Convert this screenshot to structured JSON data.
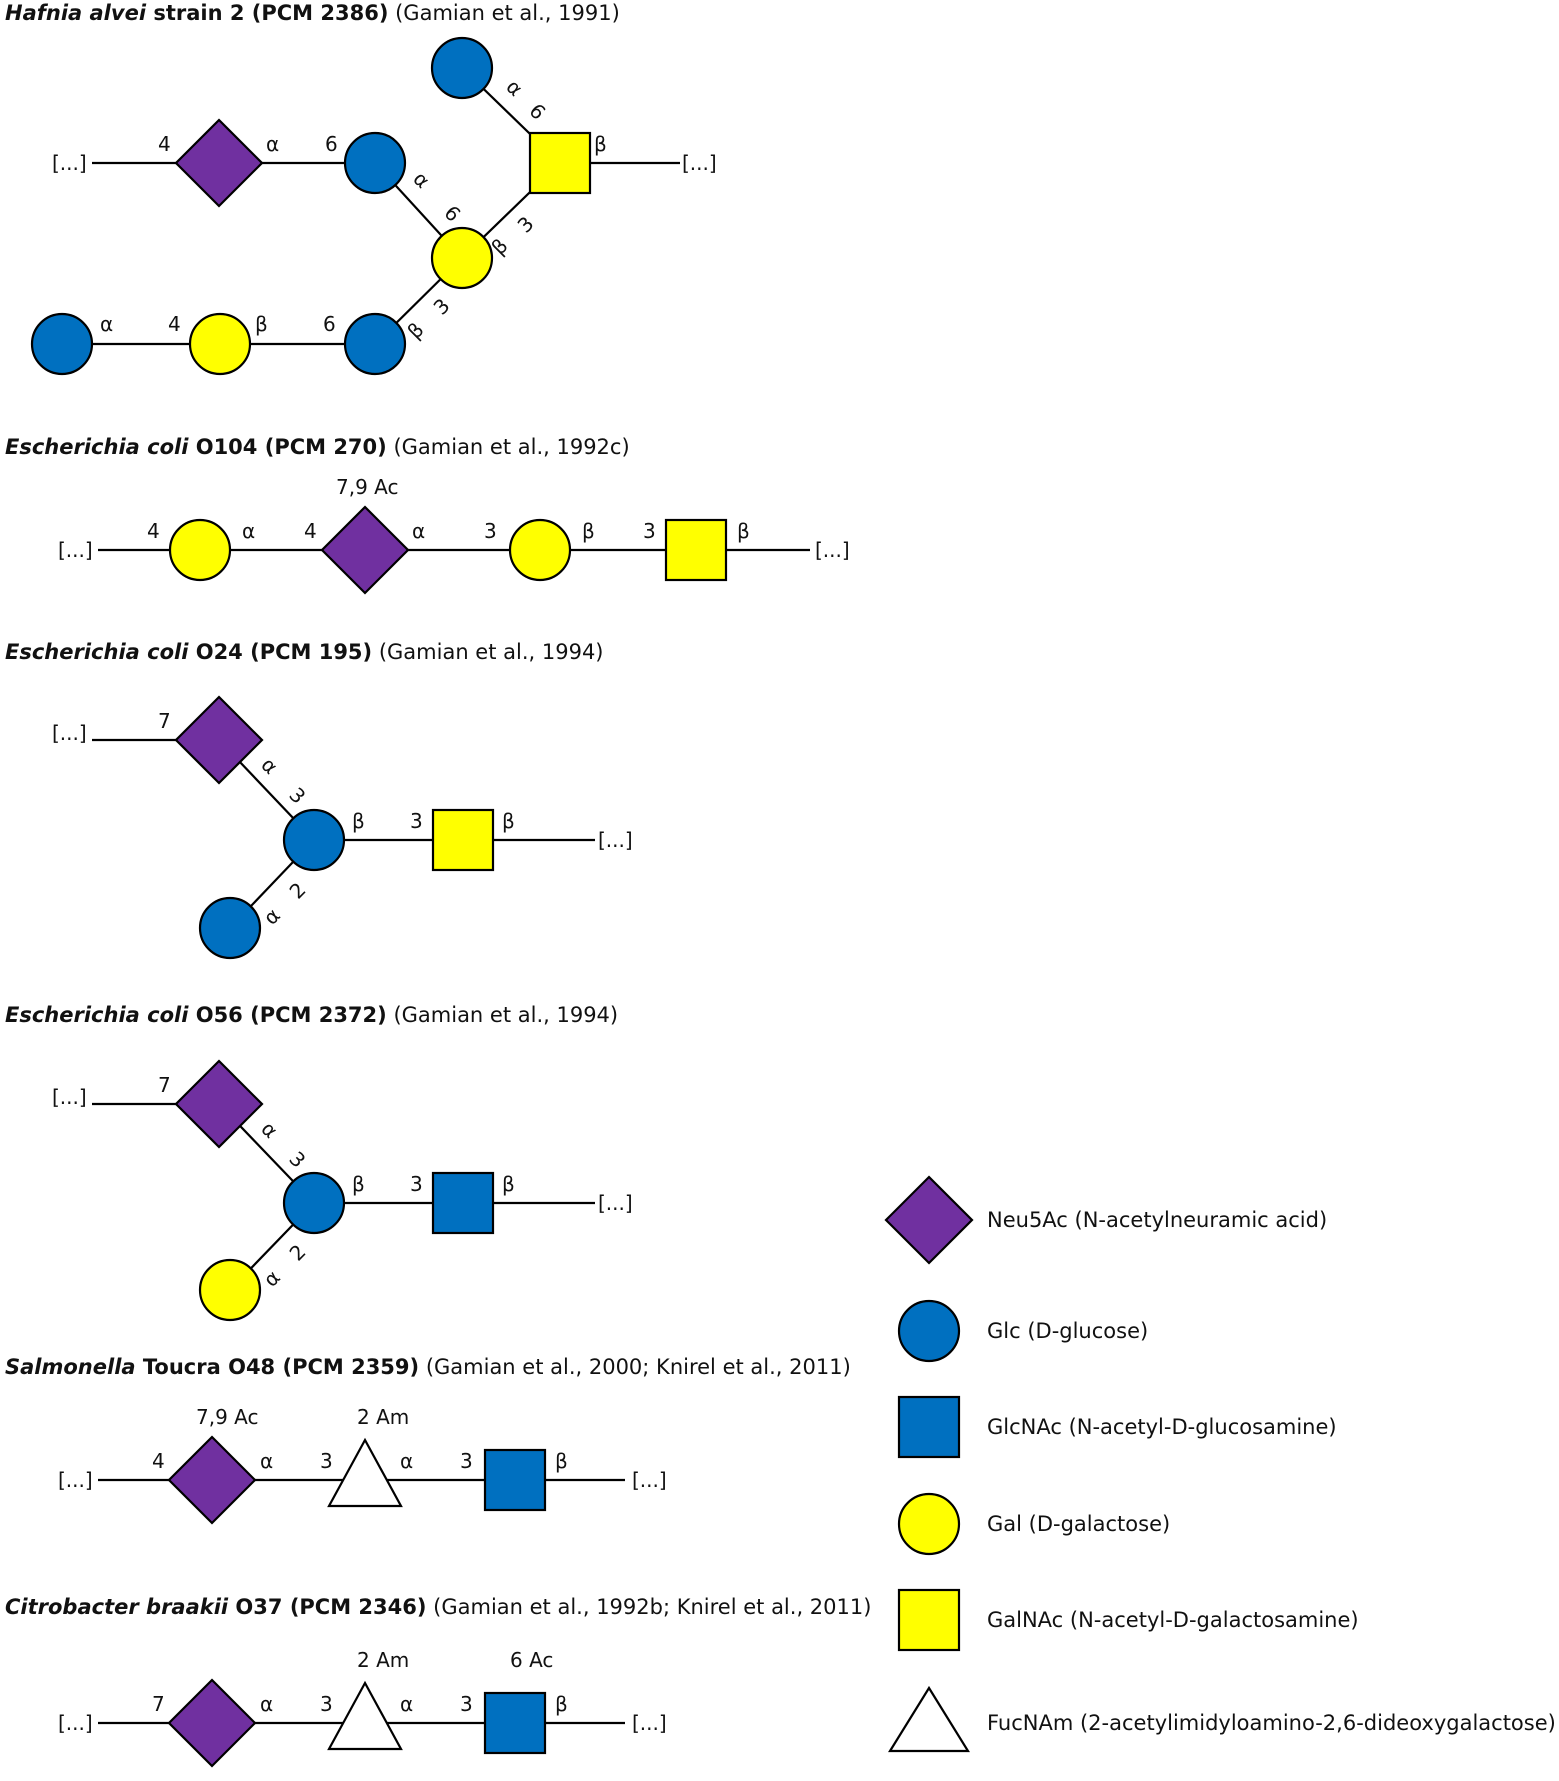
{
  "colors": {
    "neu5ac": "#7030a0",
    "glc": "#0070c0",
    "glcnac": "#0070c0",
    "gal": "#ffff00",
    "galnac": "#ffff00",
    "fucnam": "#ffffff"
  },
  "ellipsis": "[...]",
  "structures": [
    {
      "title": {
        "italic": "Hafnia alvei",
        "bold": " strain 2 (PCM 2386)",
        "ref": " (Gamian et al., 1991)"
      },
      "bonds": {
        "l4": "4",
        "a1": "α",
        "l6": "6",
        "a2": "α",
        "l6b": "6",
        "a3": "α",
        "l6c": "6",
        "b1": "β",
        "b2": "β",
        "l3": "3",
        "b3": "β",
        "l3b": "3",
        "a4": "α",
        "l4b": "4",
        "b4": "β",
        "l6d": "6"
      }
    },
    {
      "title": {
        "italic": "Escherichia coli",
        "bold": " O104 (PCM 270)",
        "ref": " (Gamian et al., 1992c)"
      },
      "annotation": "7,9 Ac",
      "bonds": {
        "l4": "4",
        "a1": "α",
        "l4b": "4",
        "a2": "α",
        "l3": "3",
        "b1": "β",
        "l3b": "3",
        "b2": "β"
      }
    },
    {
      "title": {
        "italic": "Escherichia coli",
        "bold": " O24 (PCM 195)",
        "ref": " (Gamian et al., 1994)"
      },
      "bonds": {
        "l7": "7",
        "a1": "α",
        "l3": "3",
        "b1": "β",
        "l3b": "3",
        "b2": "β",
        "a2": "α",
        "l2": "2"
      }
    },
    {
      "title": {
        "italic": "Escherichia coli",
        "bold": " O56 (PCM 2372)",
        "ref": " (Gamian et al., 1994)"
      },
      "bonds": {
        "l7": "7",
        "a1": "α",
        "l3": "3",
        "b1": "β",
        "l3b": "3",
        "b2": "β",
        "a2": "α",
        "l2": "2"
      }
    },
    {
      "title": {
        "italic": "Salmonella",
        "bold": " Toucra O48 (PCM 2359)",
        "ref": " (Gamian et al., 2000;  Knirel et al., 2011)"
      },
      "annotation1": "7,9 Ac",
      "annotation2": "2 Am",
      "bonds": {
        "l4": "4",
        "a1": "α",
        "l3": "3",
        "a2": "α",
        "l3b": "3",
        "b1": "β"
      }
    },
    {
      "title": {
        "italic": "Citrobacter braakii",
        "bold": " O37 (PCM 2346)",
        "ref": " (Gamian et al., 1992b;  Knirel et al., 2011)"
      },
      "annotation1": "2 Am",
      "annotation2": "6 Ac",
      "bonds": {
        "l7": "7",
        "a1": "α",
        "l3": "3",
        "a2": "α",
        "l3b": "3",
        "b1": "β"
      }
    }
  ],
  "legend": [
    {
      "symbol": "diamond-purple",
      "label": "Neu5Ac (N-acetylneuramic acid)"
    },
    {
      "symbol": "circle-blue",
      "label": "Glc (D-glucose)"
    },
    {
      "symbol": "square-blue",
      "label": "GlcNAc (N-acetyl-D-glucosamine)"
    },
    {
      "symbol": "circle-yellow",
      "label": "Gal (D-galactose)"
    },
    {
      "symbol": "square-yellow",
      "label": "GalNAc (N-acetyl-D-galactosamine)"
    },
    {
      "symbol": "triangle-white",
      "label": "FucNAm (2-acetylimidyloamino-2,6-dideoxygalactose)"
    }
  ]
}
